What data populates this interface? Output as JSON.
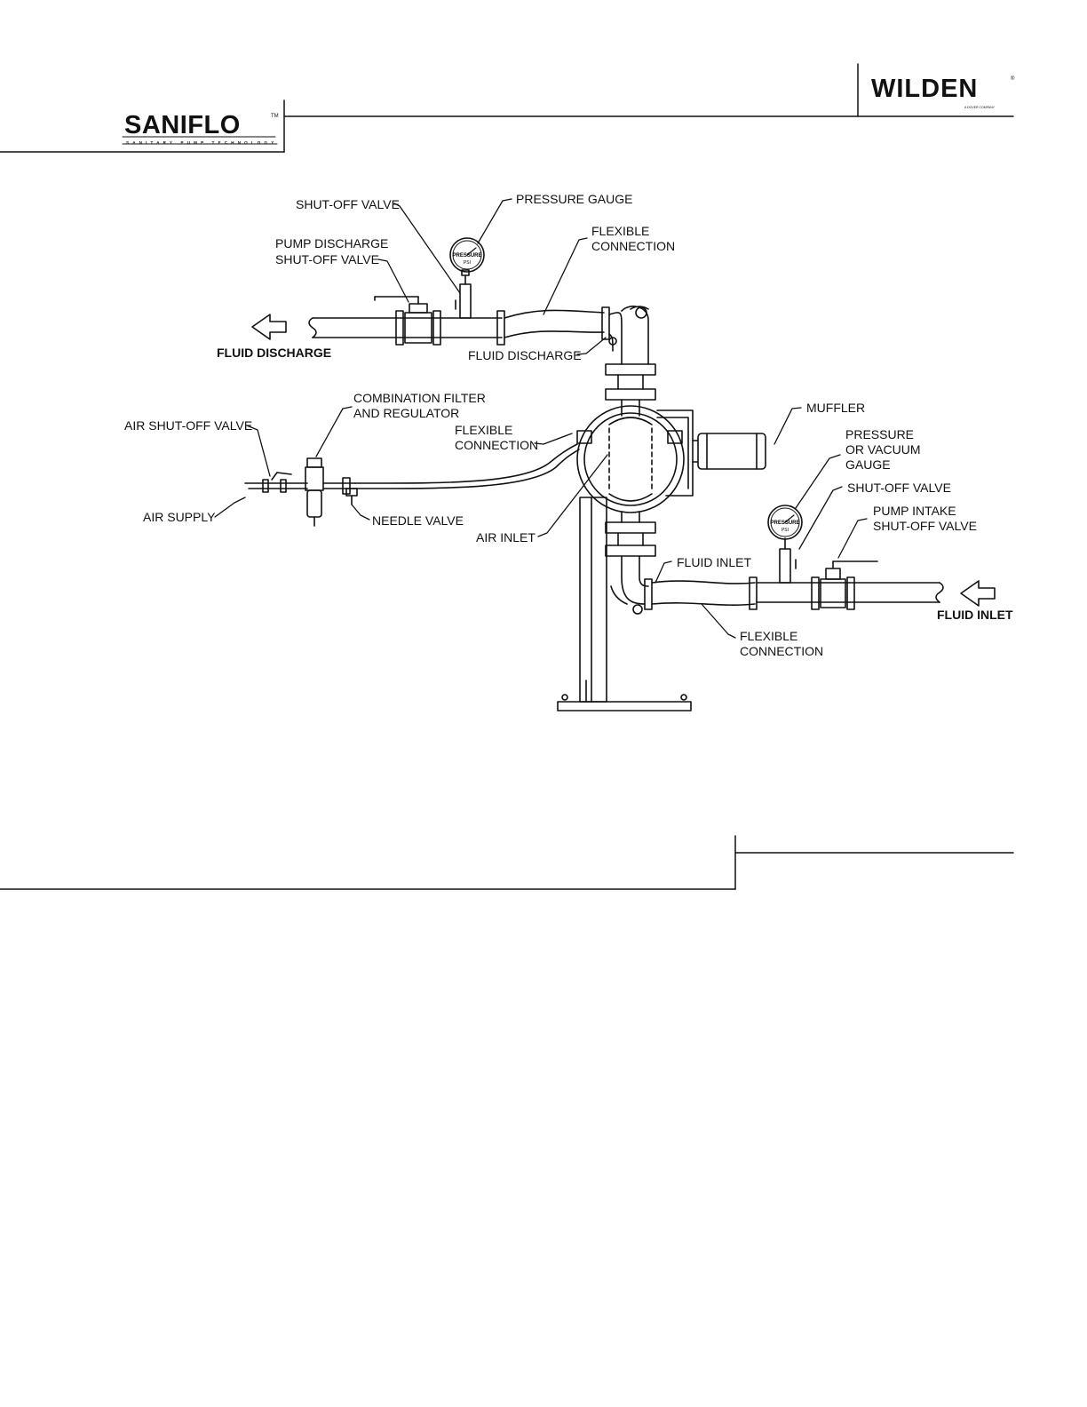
{
  "header": {
    "left_logo": {
      "name": "SANIFLO",
      "tm": "TM",
      "tagline": "SANITARY PUMP TECHNOLOGY"
    },
    "right_logo": {
      "name": "WILDEN",
      "reg": "®",
      "tagline": "A DOVER COMPANY"
    }
  },
  "diagram": {
    "labels": {
      "shut_off_valve_top": "SHUT-OFF VALVE",
      "pressure_gauge": "PRESSURE GAUGE",
      "pump_discharge_valve_1": "PUMP DISCHARGE",
      "pump_discharge_valve_2": "SHUT-OFF VALVE",
      "flexible_connection_top_1": "FLEXIBLE",
      "flexible_connection_top_2": "CONNECTION",
      "fluid_discharge_bold": "FLUID DISCHARGE",
      "fluid_discharge": "FLUID DISCHARGE",
      "combination_filter_1": "COMBINATION FILTER",
      "combination_filter_2": "AND REGULATOR",
      "air_shut_off_valve": "AIR SHUT-OFF VALVE",
      "flexible_connection_air_1": "FLEXIBLE",
      "flexible_connection_air_2": "CONNECTION",
      "muffler": "MUFFLER",
      "pressure_vacuum_1": "PRESSURE",
      "pressure_vacuum_2": "OR VACUUM",
      "pressure_vacuum_3": "GAUGE",
      "air_supply": "AIR SUPPLY",
      "needle_valve": "NEEDLE VALVE",
      "air_inlet": "AIR INLET",
      "shut_off_valve_right": "SHUT-OFF VALVE",
      "pump_intake_1": "PUMP INTAKE",
      "pump_intake_2": "SHUT-OFF VALVE",
      "fluid_inlet": "FLUID INLET",
      "fluid_inlet_bold": "FLUID INLET",
      "flexible_connection_bottom_1": "FLEXIBLE",
      "flexible_connection_bottom_2": "CONNECTION"
    },
    "gauge_face": {
      "line1": "PRESSURE",
      "line2": "PSI"
    }
  }
}
